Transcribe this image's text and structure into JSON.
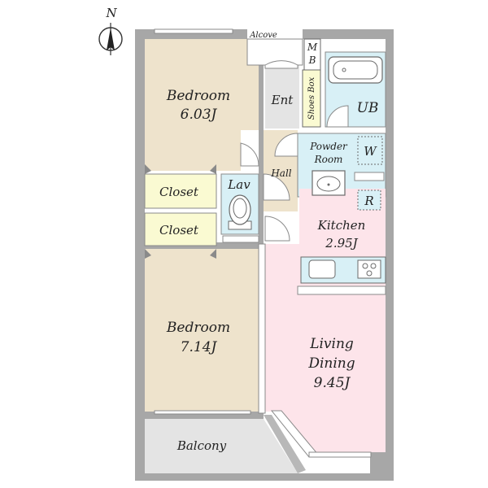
{
  "compass": {
    "label": "N"
  },
  "colors": {
    "wall": "#a7a7a7",
    "bedroom": "#eee3cc",
    "closet": "#fafad2",
    "wet_area": "#d8f0f6",
    "kitchen_living": "#fde4ea",
    "entrance": "#e4e4e4",
    "balcony": "#e4e4e4",
    "fixture_fill": "#ffffff",
    "fixture_stroke": "#6a6a6a"
  },
  "rooms": {
    "bedroom_north": {
      "name": "Bedroom",
      "size": "6.03J"
    },
    "bedroom_south": {
      "name": "Bedroom",
      "size": "7.14J"
    },
    "closet_upper": {
      "name": "Closet"
    },
    "closet_lower": {
      "name": "Closet"
    },
    "lavatory": {
      "name": "Lav"
    },
    "entrance": {
      "name": "Ent"
    },
    "hall": {
      "name": "Hall"
    },
    "alcove": {
      "name": "Alcove"
    },
    "meter_box": {
      "line1": "M",
      "line2": "B"
    },
    "shoes_box": {
      "name": "Shoes Box"
    },
    "unit_bath": {
      "name": "UB"
    },
    "powder_room": {
      "line1": "Powder",
      "line2": "Room"
    },
    "washer": {
      "name": "W"
    },
    "fridge": {
      "name": "R"
    },
    "kitchen": {
      "name": "Kitchen",
      "size": "2.95J"
    },
    "living_dining": {
      "line1": "Living",
      "line2": "Dining",
      "size": "9.45J"
    },
    "balcony": {
      "name": "Balcony"
    }
  }
}
